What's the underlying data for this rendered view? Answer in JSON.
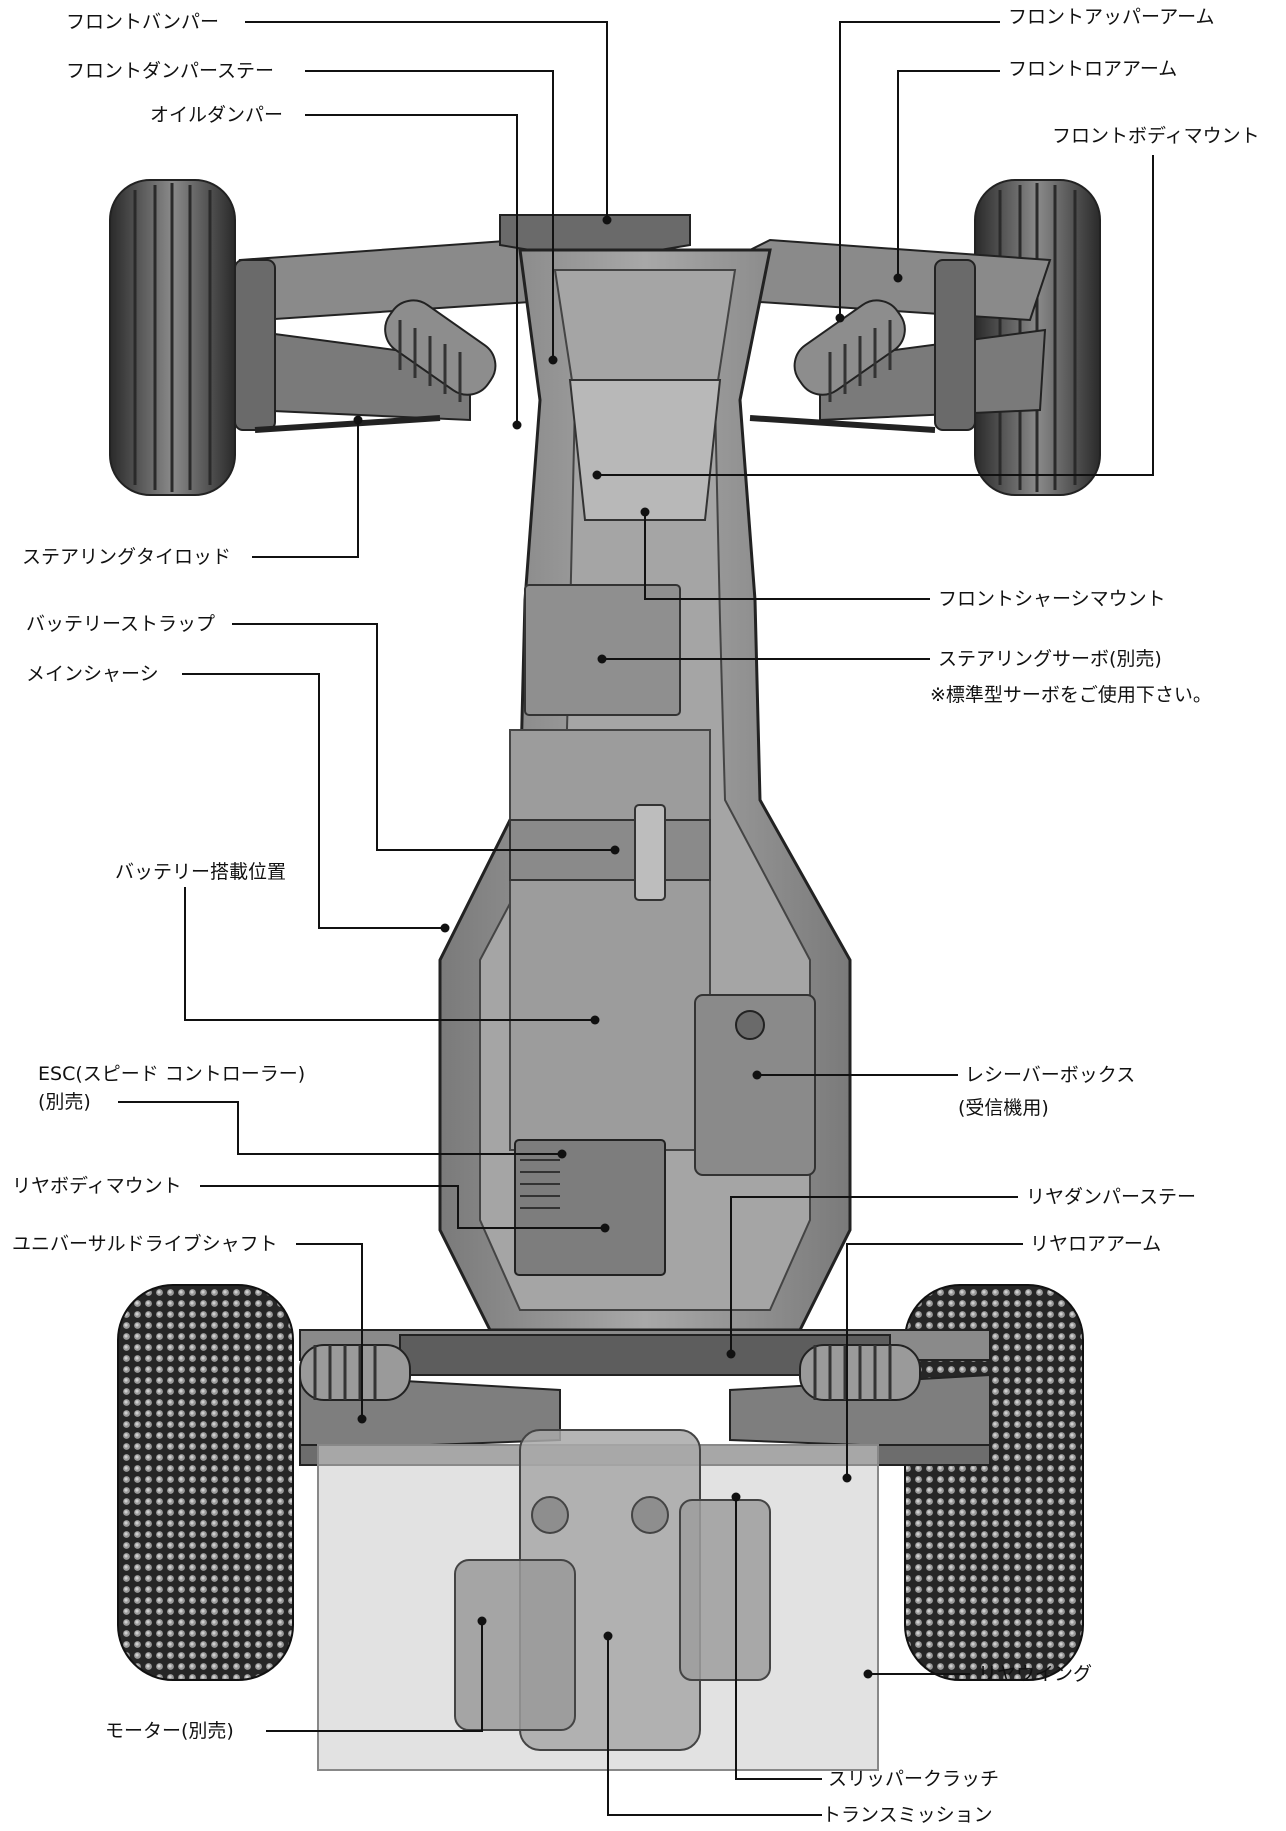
{
  "labels": {
    "front_bumper": "フロントバンパー",
    "front_damper_stay": "フロントダンパーステー",
    "oil_damper": "オイルダンパー",
    "front_upper_arm": "フロントアッパーアーム",
    "front_lower_arm": "フロントロアアーム",
    "front_body_mount": "フロントボディマウント",
    "steering_tie_rod": "ステアリングタイロッド",
    "front_chassis_mount": "フロントシャーシマウント",
    "battery_strap": "バッテリーストラップ",
    "steering_servo": "ステアリングサーボ(別売)",
    "servo_note": "※標準型サーボをご使用下さい。",
    "main_chassis": "メインシャーシ",
    "battery_position": "バッテリー搭載位置",
    "esc_line1": "ESC(スピード コントローラー)",
    "esc_line2": "(別売)",
    "receiver_box_line1": "レシーバーボックス",
    "receiver_box_line2": "(受信機用)",
    "rear_body_mount": "リヤボディマウント",
    "rear_damper_stay": "リヤダンパーステー",
    "universal_drive_shaft": "ユニバーサルドライブシャフト",
    "rear_lower_arm": "リヤロアアーム",
    "rear_wing": "リヤウイング",
    "motor": "モーター(別売)",
    "slipper_clutch": "スリッパークラッチ",
    "transmission": "トランスミッション"
  },
  "colors": {
    "line": "#111111",
    "tire": "#3a3a3a",
    "chassis": "#9a9a9a",
    "chassis_dark": "#6f6f6f",
    "wing": "#c9c9c9"
  }
}
